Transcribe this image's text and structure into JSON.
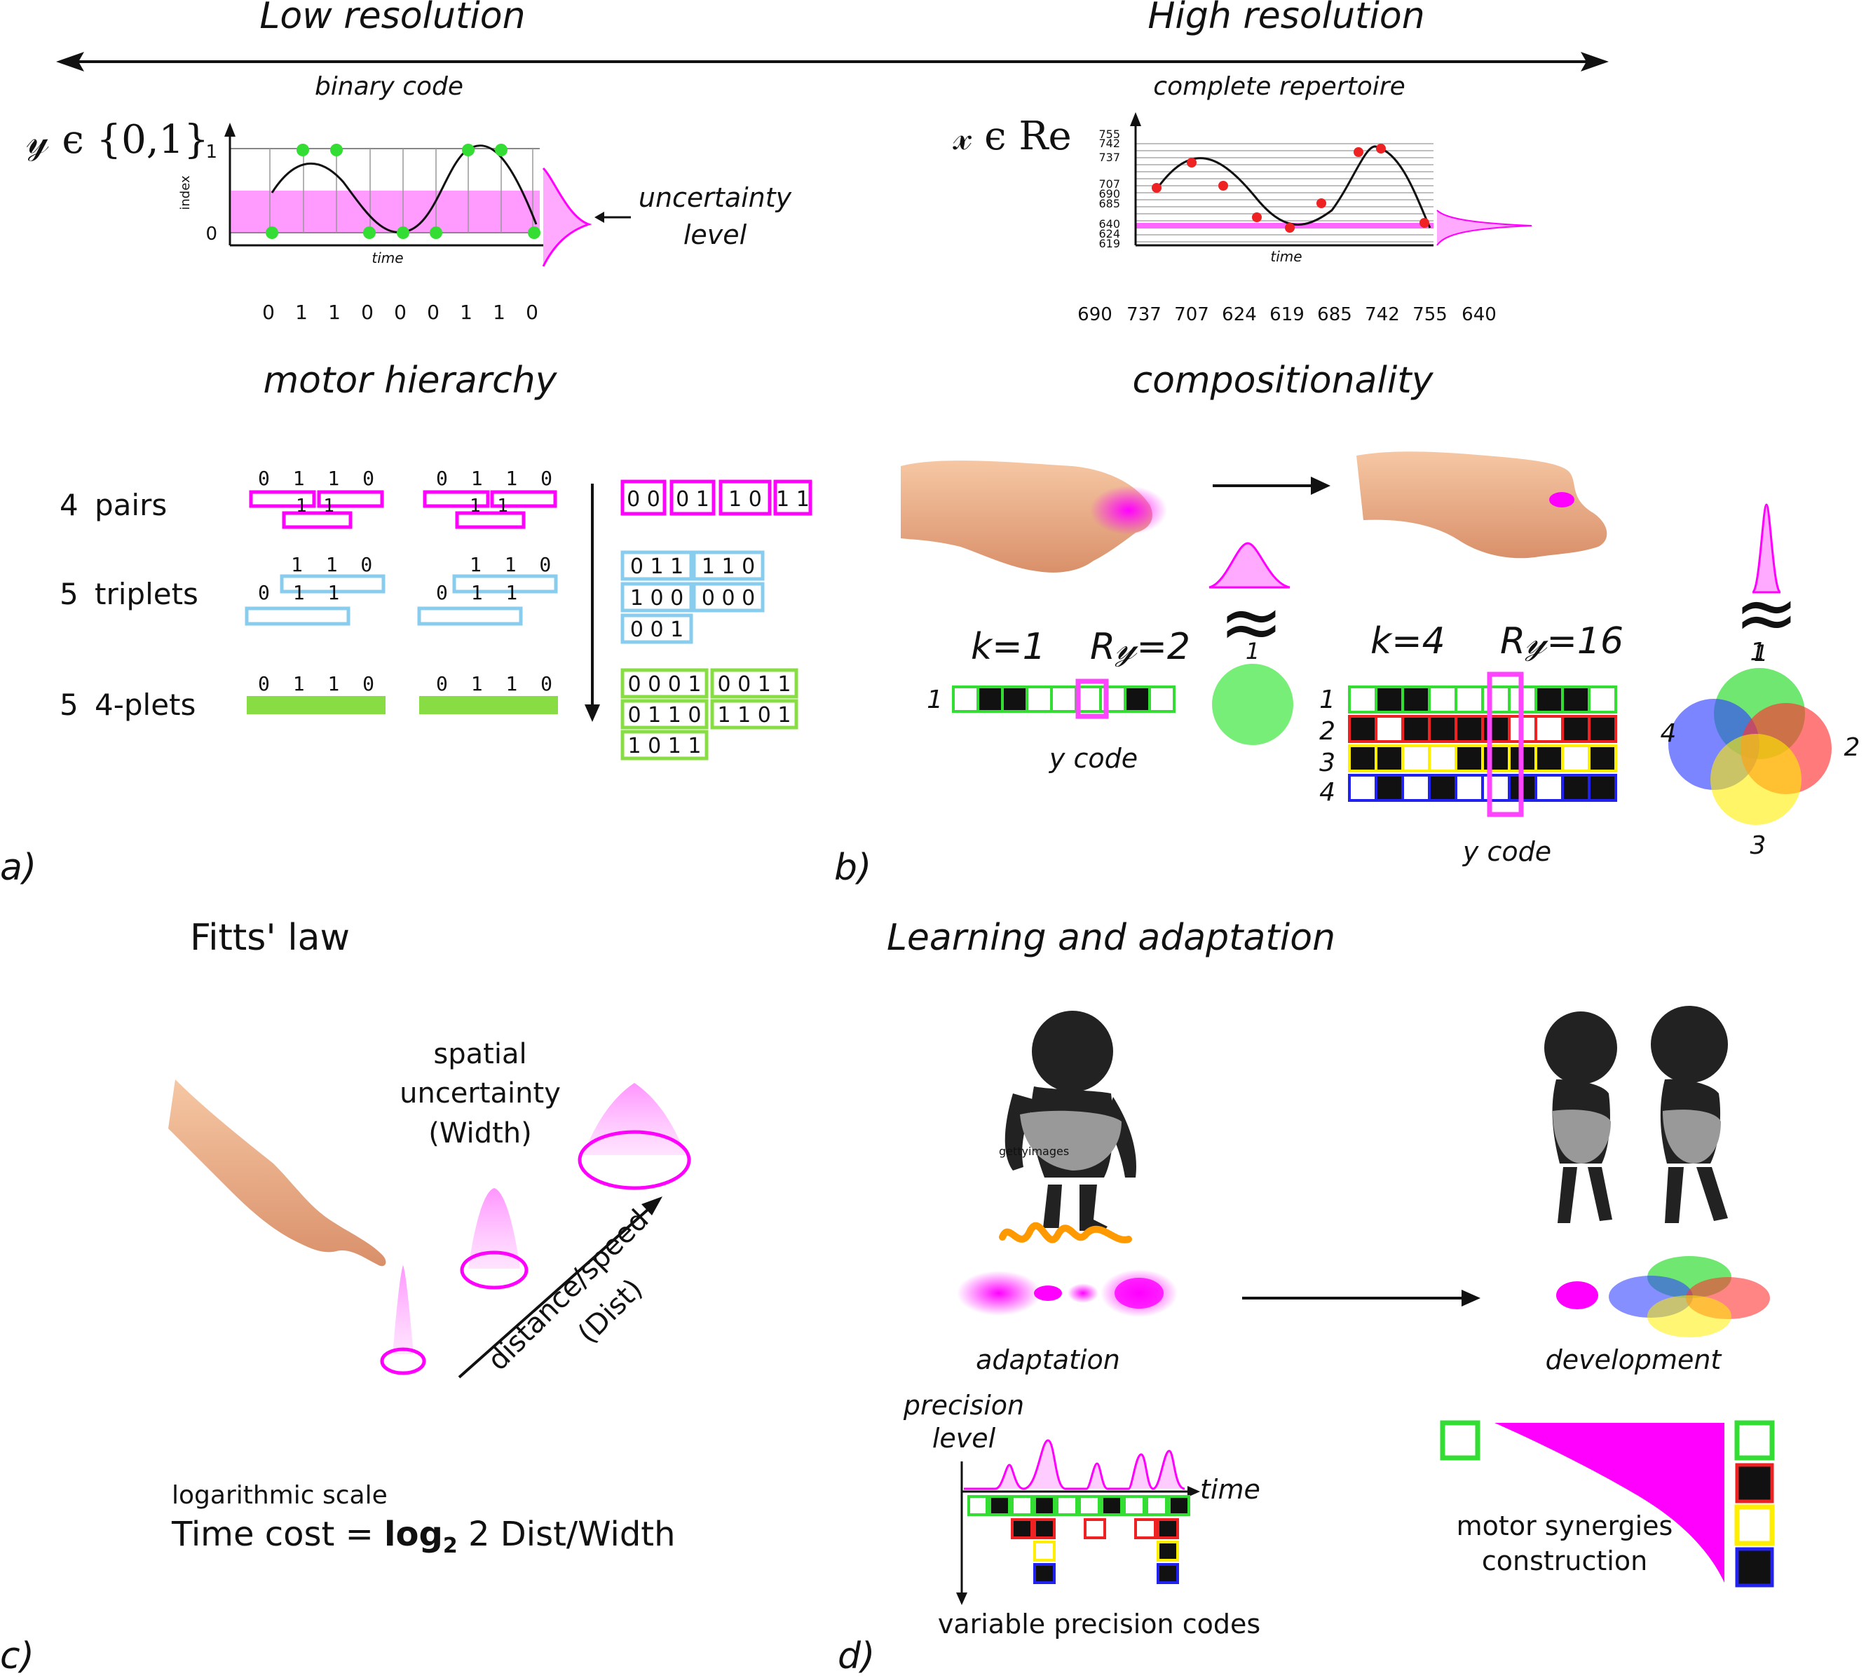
{
  "colors": {
    "magenta": "#ff00ff",
    "green": "#33dd33",
    "cyan": "#88ccee",
    "lightgreen": "#88dd44",
    "red": "#ee2222",
    "yellow": "#ffee00",
    "blue": "#2222ee",
    "black": "#111111"
  },
  "top": {
    "low_resolution": "Low resolution",
    "high_resolution": "High resolution",
    "binary_code": "binary code",
    "complete_repertoire": "complete repertoire"
  },
  "left_plot": {
    "y_set": "𝓎 ϵ {0,1}",
    "ytick_1": "1",
    "ytick_0": "0",
    "ylabel": "index",
    "xlabel": "time",
    "uncertainty": [
      "uncertainty",
      "level"
    ],
    "sequence": [
      "0",
      "1",
      "1",
      "0",
      "0",
      "0",
      "1",
      "1",
      "0"
    ]
  },
  "right_plot": {
    "x_set": "𝓍 ϵ Re",
    "yticks": [
      "755",
      "742",
      "737",
      "707",
      "690",
      "685",
      "640",
      "624",
      "619"
    ],
    "xlabel": "time",
    "sequence": [
      "690",
      "737",
      "707",
      "624",
      "619",
      "685",
      "742",
      "755",
      "640"
    ]
  },
  "motor_hierarchy": {
    "title": "motor hierarchy",
    "rows": [
      {
        "n": "4",
        "label": "pairs",
        "bits": "0 1 1 0",
        "sub": "1 1"
      },
      {
        "n": "5",
        "label": "triplets",
        "bits": "1 1 0",
        "sub": "0 1 1"
      },
      {
        "n": "5",
        "label": "4-plets",
        "bits": "0 1 1 0"
      }
    ],
    "pairs": [
      "0 0",
      "0 1",
      "1 0",
      "1 1"
    ],
    "triplets": [
      "0 1 1",
      "1 1 0",
      "1 0 0",
      "0 0 0",
      "0 0 1"
    ],
    "fourplets": [
      "0 0 0 1",
      "0 0 1 1",
      "0 1 1 0",
      "1 1 0 1",
      "1 0 1 1"
    ]
  },
  "compositionality": {
    "title": "compositionality",
    "k1": "k=1",
    "ry1": "R𝓎=2",
    "row1": "1",
    "ycode": "y code",
    "approx": "≈",
    "one": "1",
    "k4": "k=4",
    "ry4": "R𝓎=16",
    "rows": [
      "1",
      "2",
      "3",
      "4"
    ],
    "venn": [
      "1",
      "2",
      "3",
      "4"
    ]
  },
  "panel_labels": {
    "a": "a)",
    "b": "b)",
    "c": "c)",
    "d": "d)"
  },
  "fitts": {
    "title": "Fitts' law",
    "spatial": [
      "spatial",
      "uncertainty",
      "(Width)"
    ],
    "distance": [
      "distance/speed",
      "(Dist)"
    ],
    "logscale": "logarithmic scale",
    "formula_pre": "Time cost = ",
    "formula_log": "log",
    "formula_sub": "2",
    "formula_post": " 2 Dist/Width"
  },
  "learning": {
    "title": "Learning and adaptation",
    "adaptation": "adaptation",
    "development": "development",
    "precision": [
      "precision",
      "level"
    ],
    "time": "time",
    "variable": "variable precision codes",
    "synergies": [
      "motor synergies",
      "construction"
    ],
    "watermark": "gettyimages"
  }
}
